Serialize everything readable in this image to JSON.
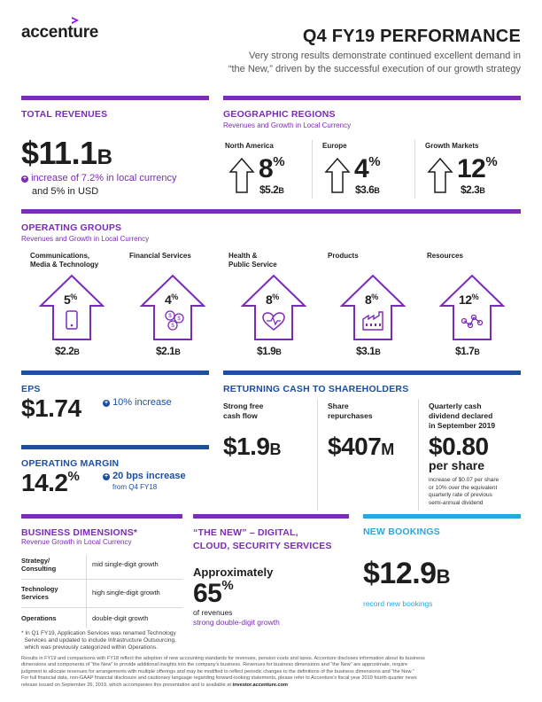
{
  "header": {
    "logo": "accenture",
    "title": "Q4 FY19 PERFORMANCE",
    "subtitle_line1": "Very strong results demonstrate continued excellent demand in",
    "subtitle_line2": "“the New,” driven by the successful execution of our growth strategy"
  },
  "total_revenues": {
    "title": "TOTAL REVENUES",
    "value": "$11.1",
    "unit": "B",
    "line1": "increase of 7.2% in local currency",
    "line2": "and 5% in USD"
  },
  "geo": {
    "title": "GEOGRAPHIC REGIONS",
    "subtitle": "Revenues and Growth in Local Currency",
    "regions": [
      {
        "name": "North America",
        "pct": "8",
        "amount": "$5.2",
        "unit": "B"
      },
      {
        "name": "Europe",
        "pct": "4",
        "amount": "$3.6",
        "unit": "B"
      },
      {
        "name": "Growth Markets",
        "pct": "12",
        "amount": "$2.3",
        "unit": "B"
      }
    ]
  },
  "op_groups": {
    "title": "OPERATING GROUPS",
    "subtitle": "Revenues and Growth in Local Currency",
    "groups": [
      {
        "name1": "Communications,",
        "name2": "Media & Technology",
        "pct": "5",
        "amount": "$2.2",
        "unit": "B",
        "icon": "phone-icon"
      },
      {
        "name1": "Financial Services",
        "name2": "",
        "pct": "4",
        "amount": "$2.1",
        "unit": "B",
        "icon": "coins-icon"
      },
      {
        "name1": "Health &",
        "name2": "Public Service",
        "pct": "8",
        "amount": "$1.9",
        "unit": "B",
        "icon": "heart-pulse-icon"
      },
      {
        "name1": "Products",
        "name2": "",
        "pct": "8",
        "amount": "$3.1",
        "unit": "B",
        "icon": "factory-icon"
      },
      {
        "name1": "Resources",
        "name2": "",
        "pct": "12",
        "amount": "$1.7",
        "unit": "B",
        "icon": "network-icon"
      }
    ]
  },
  "eps": {
    "title": "EPS",
    "value": "$1.74",
    "note": "10% increase"
  },
  "margin": {
    "title": "OPERATING MARGIN",
    "value": "14.2",
    "pct": "%",
    "note": "20 bps increase",
    "note2": "from Q4 FY18"
  },
  "cash": {
    "title": "RETURNING CASH TO SHAREHOLDERS",
    "fcf1": "Strong free",
    "fcf2": "cash flow",
    "fcf_value": "$1.9",
    "fcf_unit": "B",
    "rep1": "Share",
    "rep2": "repurchases",
    "rep_value": "$407",
    "rep_unit": "M",
    "div1": "Quarterly cash",
    "div2": "dividend declared",
    "div3": "in September 2019",
    "div_value": "$0.80",
    "div_per": "per share",
    "div_note1": "increase of $0.07 per share",
    "div_note2": "or 10% over the equivalent",
    "div_note3": "quarterly rate of previous",
    "div_note4": "semi-annual dividend"
  },
  "biz": {
    "title": "BUSINESS DIMENSIONS*",
    "subtitle": "Revenue Growth in Local Currency",
    "rows": [
      {
        "k1": "Strategy/",
        "k2": "Consulting",
        "v": "mid single-digit growth"
      },
      {
        "k1": "Technology",
        "k2": "Services",
        "v": "high single-digit growth"
      },
      {
        "k1": "Operations",
        "k2": "",
        "v": "double-digit growth"
      }
    ],
    "foot1": "* In Q1 FY19, Application Services was renamed Technology",
    "foot2": "Services and updated to include Infrastructure Outsourcing,",
    "foot3": "which was previously categorized within Operations."
  },
  "new": {
    "title1": "“THE NEW” – DIGITAL,",
    "title2": "CLOUD, SECURITY SERVICES",
    "approx": "Approximately",
    "value": "65",
    "pct": "%",
    "of": "of revenues",
    "growth": "strong double-digit growth"
  },
  "bookings": {
    "title": "NEW BOOKINGS",
    "value": "$12.9",
    "unit": "B",
    "note": "record new bookings"
  },
  "footer": {
    "l1": "Results in FY19 and comparisons with FY18 reflect the adoption of new accounting standards for revenues, pension costs and taxes. Accenture discloses information about its business",
    "l2": "dimensions and components of “the New” to provide additional insights into the company’s business. Revenues for business dimensions and “the New” are approximate, require",
    "l3": "judgment to allocate revenues for arrangements with multiple offerings and may be modified to reflect periodic changes to the definitions of the business dimensions and “the New.”",
    "l4": "For full financial data, non-GAAP financial disclosure and cautionary language regarding forward-looking statements, please refer to Accenture’s fiscal year 2019 fourth quarter news",
    "l5": "release issued on September 26, 2019, which accompanies this presentation and is available at",
    "link": "investor.accenture.com"
  }
}
